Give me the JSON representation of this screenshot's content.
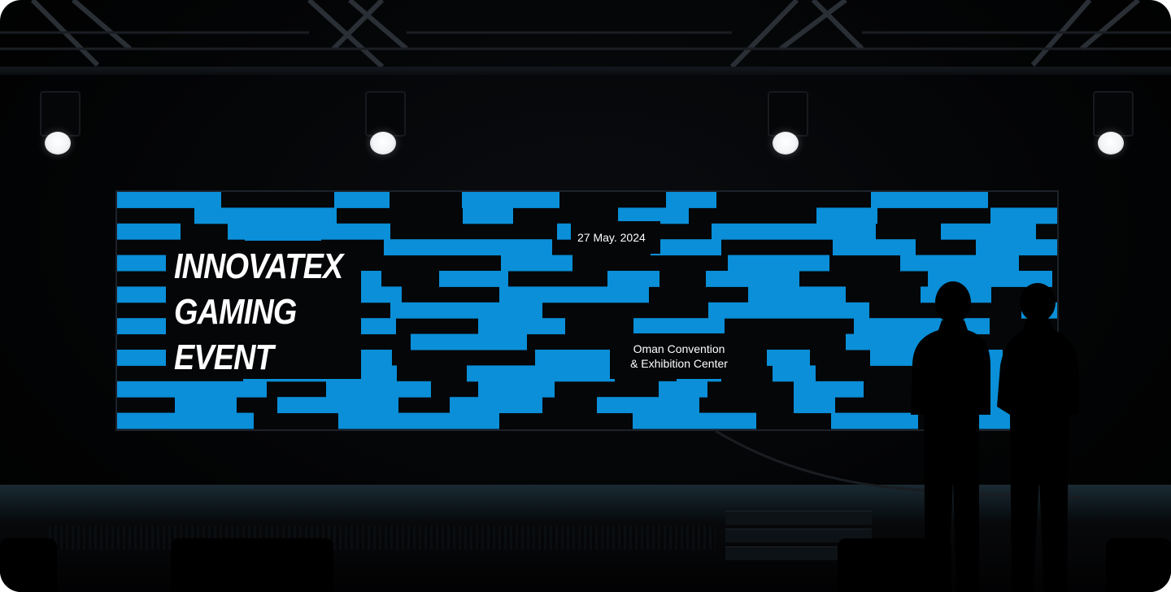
{
  "event": {
    "title_lines": [
      "INNOVATEX",
      "GAMING",
      "EVENT"
    ],
    "date": "27 May. 2024",
    "venue_lines": [
      "Oman Convention",
      "& Exhibition Center"
    ]
  },
  "colors": {
    "screen_blue": "#0a8fd8",
    "screen_dark": "#050608",
    "text": "#ffffff"
  },
  "icons": {
    "spotlights": [
      "spotlight-icon",
      "spotlight-icon",
      "spotlight-icon",
      "spotlight-icon"
    ]
  }
}
